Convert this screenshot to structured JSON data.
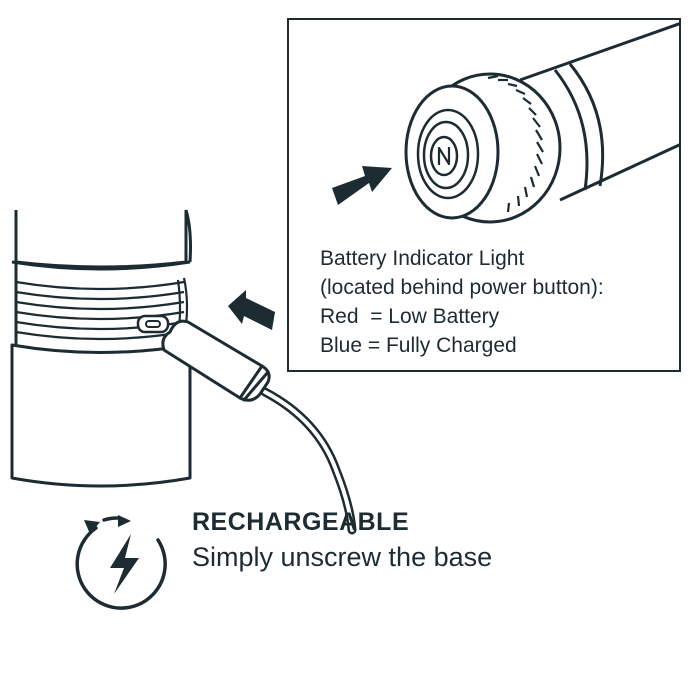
{
  "inset": {
    "lines": [
      "Battery Indicator Light",
      "(located behind power button):",
      "Red  = Low Battery",
      "Blue = Fully Charged"
    ]
  },
  "headline": "RECHARGEABLE",
  "subline": "Simply unscrew the base",
  "colors": {
    "ink": "#1d2b33",
    "background": "#ffffff"
  },
  "icons": [
    "charge-cycle-icon",
    "lightning-bolt-icon",
    "power-button-icon"
  ]
}
